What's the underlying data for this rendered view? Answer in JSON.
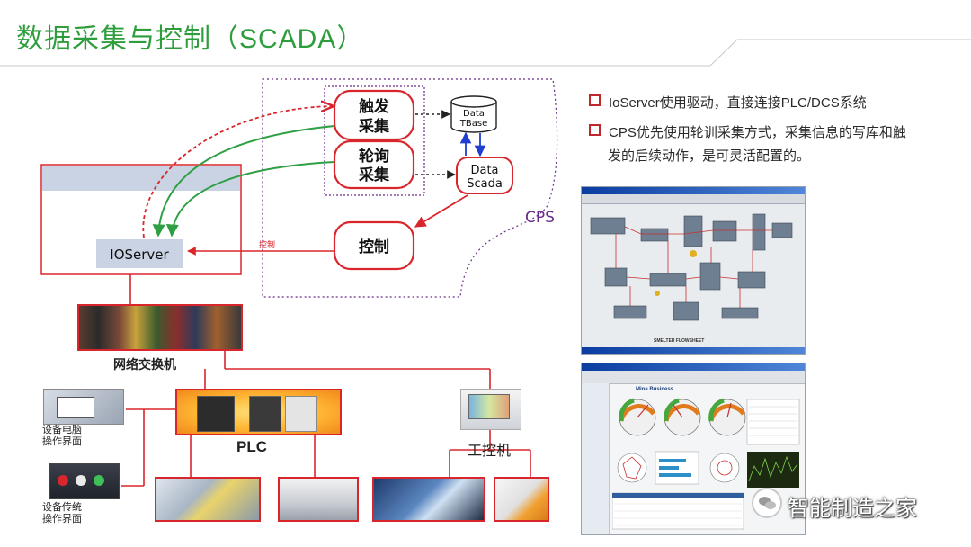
{
  "title": "数据采集与控制（SCADA）",
  "bullets": [
    "IoServer使用驱动，直接连接PLC/DCS系统",
    "CPS优先使用轮训采集方式，采集信息的写库和触",
    "发的后续动作，是可灵活配置的。"
  ],
  "diagram": {
    "trigger_collect": [
      "触发",
      "采集"
    ],
    "poll_collect": [
      "轮询",
      "采集"
    ],
    "control": "控制",
    "database": [
      "Data",
      "TBase"
    ],
    "data_scada": [
      "Data",
      "Scada"
    ],
    "cps": "CPS",
    "control_line_label": "控制",
    "ioserver": "IOServer",
    "network_switch": "网络交换机",
    "plc": "PLC",
    "ipc": "工控机",
    "device_pc": [
      "设备电脑",
      "操作界面"
    ],
    "device_traditional": [
      "设备传统",
      "操作界面"
    ]
  },
  "screens": {
    "top_caption": "SMELTER FLOWSHEET",
    "bottom_title": "Mine Business"
  },
  "watermark": "智能制造之家",
  "colors": {
    "title_green": "#2e9e3c",
    "node_red": "#d9262c",
    "cps_purple": "#6a2c8a",
    "dashed_red": "#d9262c",
    "arrow_green": "#2ea043",
    "arrow_blue": "#1f3fd0"
  }
}
